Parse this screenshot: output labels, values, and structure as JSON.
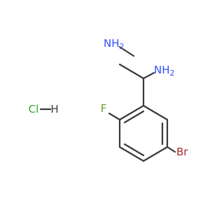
{
  "molecule": {
    "atoms": {
      "amine_1": "NH",
      "amine_1_sub": "2",
      "amine_2": "NH",
      "amine_2_sub": "2",
      "fluorine": "F",
      "bromine": "Br",
      "salt": "HCl"
    },
    "colors": {
      "nitrogen": "#3050f8",
      "fluorine": "#6f9a2b",
      "bromine": "#a62929",
      "chlorine": "#2fa82f",
      "hydrogen": "#3a3a3a",
      "bond": "#3a3a3a"
    }
  }
}
